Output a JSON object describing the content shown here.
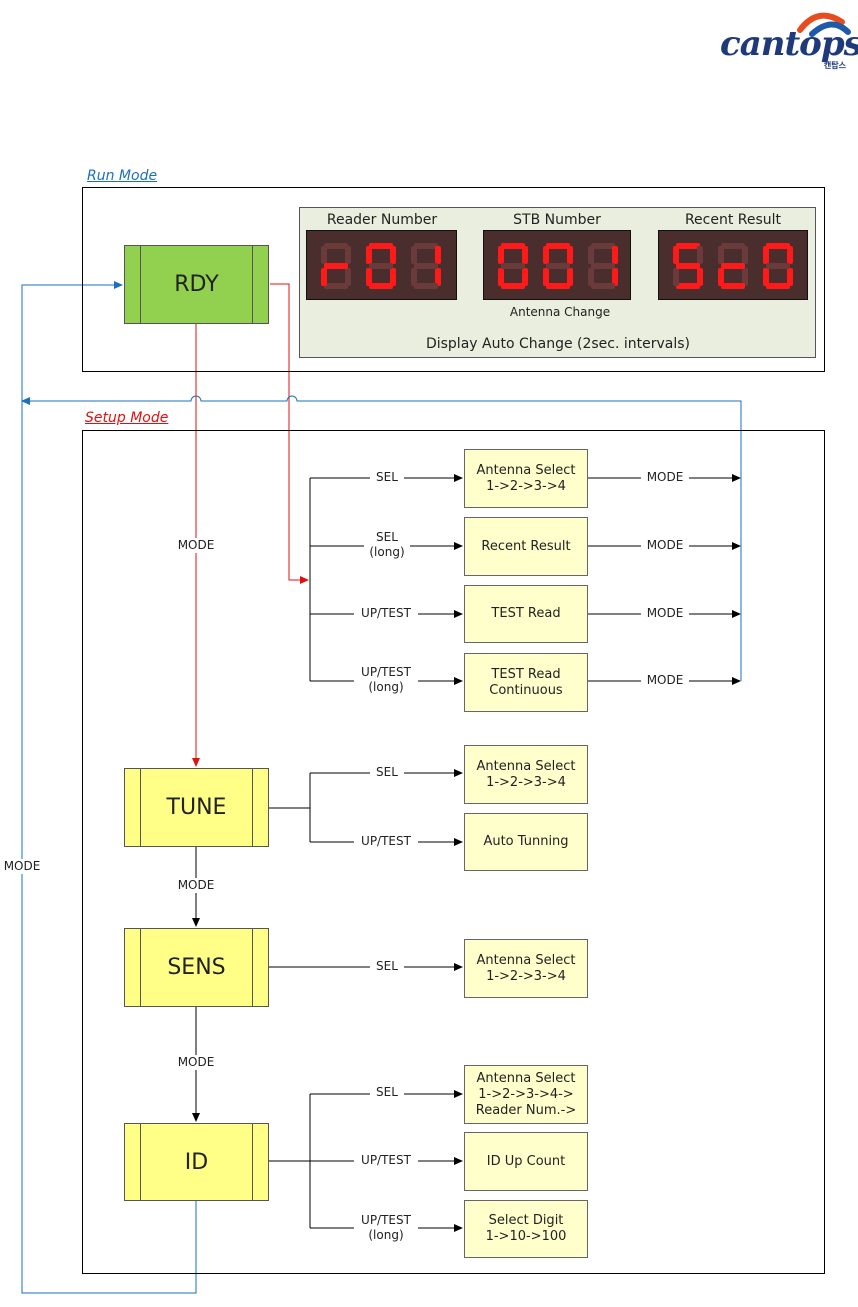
{
  "logo": {
    "text": "cantops",
    "subtext": "캔탑스",
    "swoosh_colors": [
      "#e84c1e",
      "#1e5aa8"
    ]
  },
  "run_mode": {
    "label": "Run Mode",
    "state": "RDY",
    "displays": [
      {
        "title": "Reader Number",
        "digits": "r01"
      },
      {
        "title": "STB Number",
        "digits": "001"
      },
      {
        "title": "Recent Result",
        "digits": "5c0"
      }
    ],
    "antenna_change": "Antenna Change",
    "auto_change": "Display Auto Change (2sec. intervals)"
  },
  "setup_mode": {
    "label": "Setup Mode",
    "states": {
      "tune": "TUNE",
      "sens": "SENS",
      "id": "ID"
    },
    "rdy_actions": [
      {
        "trigger": "SEL",
        "action": "Antenna Select\n1->2->3->4",
        "next": "MODE"
      },
      {
        "trigger": "SEL\n(long)",
        "action": "Recent Result",
        "next": "MODE"
      },
      {
        "trigger": "UP/TEST",
        "action": "TEST Read",
        "next": "MODE"
      },
      {
        "trigger": "UP/TEST\n(long)",
        "action": "TEST Read\nContinuous",
        "next": "MODE"
      }
    ],
    "tune_actions": [
      {
        "trigger": "SEL",
        "action": "Antenna Select\n1->2->3->4"
      },
      {
        "trigger": "UP/TEST",
        "action": "Auto Tunning"
      }
    ],
    "sens_actions": [
      {
        "trigger": "SEL",
        "action": "Antenna Select\n1->2->3->4"
      }
    ],
    "id_actions": [
      {
        "trigger": "SEL",
        "action": "Antenna Select\n1->2->3->4->\nReader Num.->"
      },
      {
        "trigger": "UP/TEST",
        "action": "ID Up Count"
      },
      {
        "trigger": "UP/TEST\n(long)",
        "action": "Select Digit\n1->10->100"
      }
    ],
    "mode_labels": {
      "rdy_to_tune": "MODE",
      "tune_to_sens": "MODE",
      "sens_to_id": "MODE",
      "return": "MODE"
    }
  },
  "colors": {
    "run_mode_label": "#1a6fc0",
    "setup_mode_label": "#e01010",
    "red_line": "#e01010",
    "blue_line": "#1a6fc0",
    "led_on": "#ff1a1a",
    "led_off": "#6b3a3a",
    "green_state": "#92d050",
    "yellow_state": "#ffff88",
    "action_box": "#ffffcc",
    "panel": "#eaeede"
  }
}
